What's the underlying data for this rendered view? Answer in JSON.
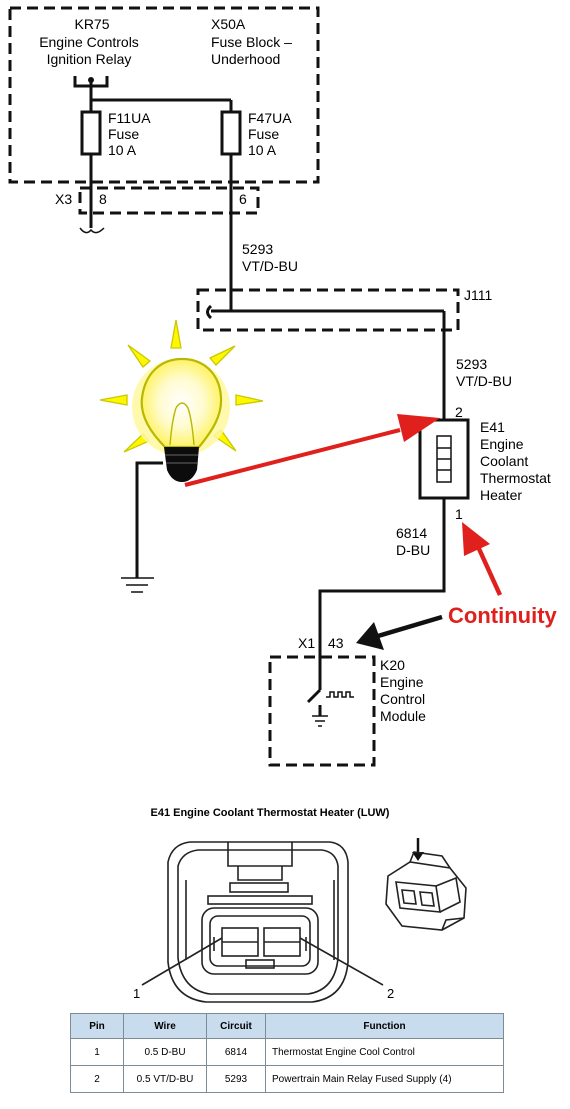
{
  "relay_box": {
    "relay_id": "KR75",
    "relay_name_1": "Engine Controls",
    "relay_name_2": "Ignition Relay",
    "fuseblock_id": "X50A",
    "fuseblock_name_1": "Fuse Block –",
    "fuseblock_name_2": "Underhood",
    "fuse1_name": "F11UA",
    "fuse1_word": "Fuse",
    "fuse1_rating": "10 A",
    "fuse2_name": "F47UA",
    "fuse2_word": "Fuse",
    "fuse2_rating": "10 A"
  },
  "connector_x3": {
    "id": "X3",
    "pin_a": "8",
    "pin_b": "6"
  },
  "wire_upper": {
    "circuit": "5293",
    "color": "VT/D-BU"
  },
  "splice": {
    "id": "J111"
  },
  "wire_mid": {
    "circuit": "5293",
    "color": "VT/D-BU"
  },
  "heater": {
    "pin_top": "2",
    "pin_bottom": "1",
    "id": "E41",
    "line1": "Engine",
    "line2": "Coolant",
    "line3": "Thermostat",
    "line4": "Heater"
  },
  "wire_lower": {
    "circuit": "6814",
    "color": "D-BU"
  },
  "ecm": {
    "connector": "X1",
    "pin": "43",
    "id": "K20",
    "line1": "Engine",
    "line2": "Control",
    "line3": "Module"
  },
  "annotation": {
    "text": "Continuity",
    "color": "#e0201c"
  },
  "colors": {
    "bulb_glow": "#fff700",
    "bulb_outline": "#c9c900",
    "arrow_red": "#e0201c"
  },
  "connector_view": {
    "caption": "E41 Engine Coolant Thermostat Heater (LUW)",
    "callout_1": "1",
    "callout_2": "2"
  },
  "table": {
    "headers": [
      "Pin",
      "Wire",
      "Circuit",
      "Function"
    ],
    "rows": [
      [
        "1",
        "0.5 D-BU",
        "6814",
        "Thermostat Engine Cool Control"
      ],
      [
        "2",
        "0.5 VT/D-BU",
        "5293",
        "Powertrain Main Relay Fused Supply (4)"
      ]
    ]
  }
}
